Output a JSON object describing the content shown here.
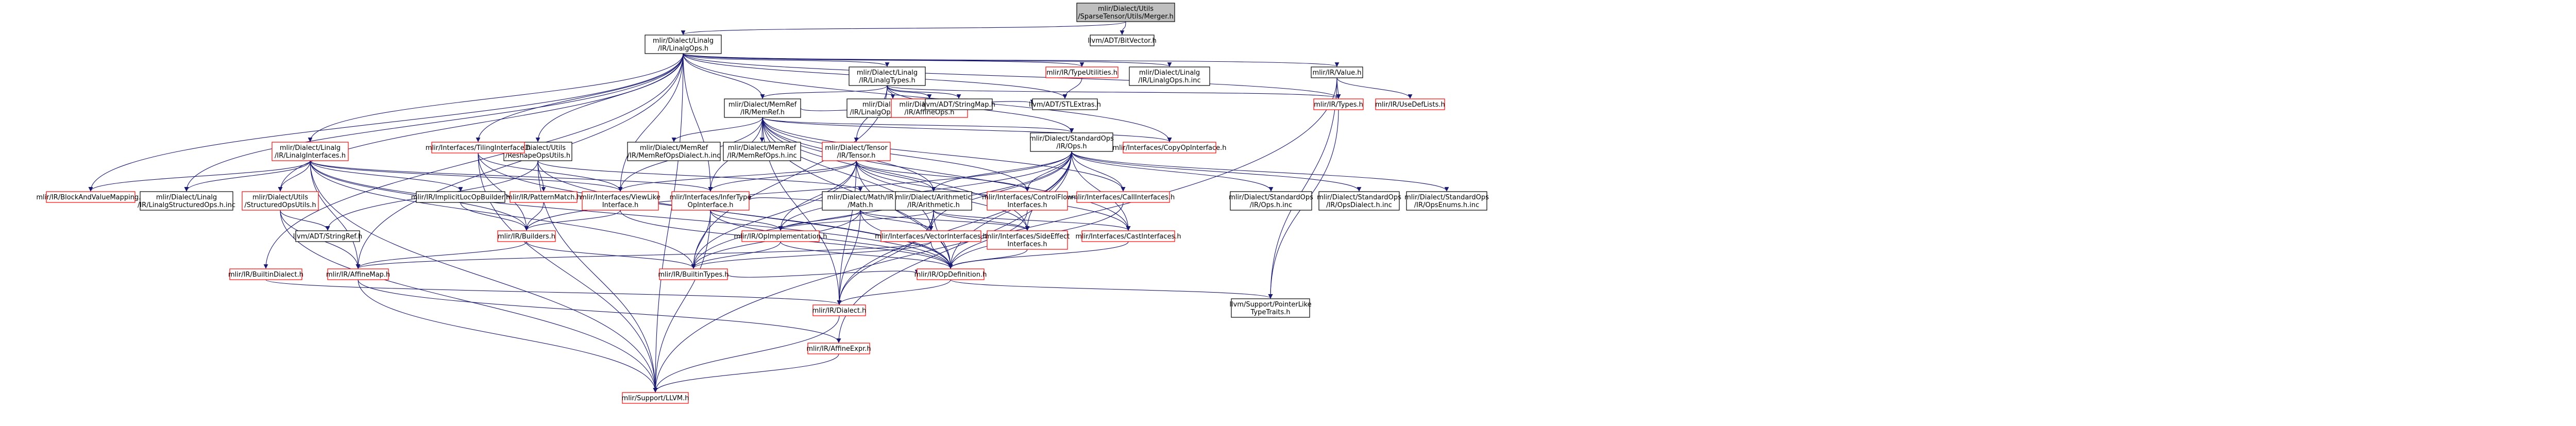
{
  "colors": {
    "edge": "#191970",
    "box_border": "#000000",
    "box_border_missing": "#ff0000",
    "root_fill": "#bfbfbf",
    "node_fill": "#ffffff",
    "text": "#000000"
  },
  "nodes": [
    {
      "id": "root",
      "lines": [
        "mlir/Dialect/Utils",
        "/SparseTensor/Utils/Merger.h"
      ],
      "kind": "root"
    },
    {
      "id": "linalgops",
      "lines": [
        "mlir/Dialect/Linalg",
        "/IR/LinalgOps.h"
      ],
      "kind": "normal"
    },
    {
      "id": "bitvector",
      "lines": [
        "llvm/ADT/BitVector.h"
      ],
      "kind": "normal"
    },
    {
      "id": "linalgtypes",
      "lines": [
        "mlir/Dialect/Linalg",
        "/IR/LinalgTypes.h"
      ],
      "kind": "normal"
    },
    {
      "id": "typeutils",
      "lines": [
        "mlir/IR/TypeUtilities.h"
      ],
      "kind": "missing"
    },
    {
      "id": "linalgopsinc",
      "lines": [
        "mlir/Dialect/Linalg",
        "/IR/LinalgOps.h.inc"
      ],
      "kind": "normal"
    },
    {
      "id": "value",
      "lines": [
        "mlir/IR/Value.h"
      ],
      "kind": "normal"
    },
    {
      "id": "memref",
      "lines": [
        "mlir/Dialect/MemRef",
        "/IR/MemRef.h"
      ],
      "kind": "normal"
    },
    {
      "id": "linalgdialectinc",
      "lines": [
        "mlir/Dialect/Linalg",
        "/IR/LinalgOpsDialect.h.inc"
      ],
      "kind": "normal"
    },
    {
      "id": "affineops",
      "lines": [
        "mlir/Dialect/Affine",
        "/IR/AffineOps.h"
      ],
      "kind": "missing"
    },
    {
      "id": "stringmap",
      "lines": [
        "llvm/ADT/StringMap.h"
      ],
      "kind": "normal"
    },
    {
      "id": "stlextras",
      "lines": [
        "llvm/ADT/STLExtras.h"
      ],
      "kind": "normal"
    },
    {
      "id": "irtypes",
      "lines": [
        "mlir/IR/Types.h"
      ],
      "kind": "missing"
    },
    {
      "id": "usedeflists",
      "lines": [
        "mlir/IR/UseDefLists.h"
      ],
      "kind": "missing"
    },
    {
      "id": "reshapeops",
      "lines": [
        "mlir/Dialect/Utils",
        "/ReshapeOpsUtils.h"
      ],
      "kind": "normal"
    },
    {
      "id": "tiling",
      "lines": [
        "mlir/Interfaces/TilingInterface.h"
      ],
      "kind": "missing"
    },
    {
      "id": "linalginterfaces",
      "lines": [
        "mlir/Dialect/Linalg",
        "/IR/LinalgInterfaces.h"
      ],
      "kind": "missing"
    },
    {
      "id": "memrefdialectinc",
      "lines": [
        "mlir/Dialect/MemRef",
        "/IR/MemRefOpsDialect.h.inc"
      ],
      "kind": "normal"
    },
    {
      "id": "memrefopsinc",
      "lines": [
        "mlir/Dialect/MemRef",
        "/IR/MemRefOps.h.inc"
      ],
      "kind": "normal"
    },
    {
      "id": "tensor",
      "lines": [
        "mlir/Dialect/Tensor",
        "/IR/Tensor.h"
      ],
      "kind": "missing"
    },
    {
      "id": "stdops",
      "lines": [
        "mlir/Dialect/StandardOps",
        "/IR/Ops.h"
      ],
      "kind": "normal"
    },
    {
      "id": "copyop",
      "lines": [
        "mlir/Interfaces/CopyOpInterface.h"
      ],
      "kind": "missing"
    },
    {
      "id": "blockarg",
      "lines": [
        "mlir/IR/BlockAndValueMapping.h"
      ],
      "kind": "missing"
    },
    {
      "id": "structinc",
      "lines": [
        "mlir/Dialect/Linalg",
        "/IR/LinalgStructuredOps.h.inc"
      ],
      "kind": "normal"
    },
    {
      "id": "structuredops",
      "lines": [
        "mlir/Dialect/Utils",
        "/StructuredOpsUtils.h"
      ],
      "kind": "missing"
    },
    {
      "id": "implicitloc",
      "lines": [
        "mlir/IR/ImplicitLocOpBuilder.h"
      ],
      "kind": "normal"
    },
    {
      "id": "patternmatch",
      "lines": [
        "mlir/IR/PatternMatch.h"
      ],
      "kind": "missing"
    },
    {
      "id": "viewlike",
      "lines": [
        "mlir/Interfaces/ViewLike",
        "Interface.h"
      ],
      "kind": "missing"
    },
    {
      "id": "infertype",
      "lines": [
        "mlir/Interfaces/InferType",
        "OpInterface.h"
      ],
      "kind": "missing"
    },
    {
      "id": "math",
      "lines": [
        "mlir/Dialect/Math/IR",
        "/Math.h"
      ],
      "kind": "normal"
    },
    {
      "id": "arith",
      "lines": [
        "mlir/Dialect/Arithmetic",
        "/IR/Arithmetic.h"
      ],
      "kind": "normal"
    },
    {
      "id": "controlflow",
      "lines": [
        "mlir/Interfaces/ControlFlow",
        "Interfaces.h"
      ],
      "kind": "missing"
    },
    {
      "id": "callint",
      "lines": [
        "mlir/Interfaces/CallInterfaces.h"
      ],
      "kind": "missing"
    },
    {
      "id": "stdopsinc",
      "lines": [
        "mlir/Dialect/StandardOps",
        "/IR/Ops.h.inc"
      ],
      "kind": "normal"
    },
    {
      "id": "stddialectinc",
      "lines": [
        "mlir/Dialect/StandardOps",
        "/IR/OpsDialect.h.inc"
      ],
      "kind": "normal"
    },
    {
      "id": "stdenums",
      "lines": [
        "mlir/Dialect/StandardOps",
        "/IR/OpsEnums.h.inc"
      ],
      "kind": "normal"
    },
    {
      "id": "stringref",
      "lines": [
        "llvm/ADT/StringRef.h"
      ],
      "kind": "normal"
    },
    {
      "id": "builders",
      "lines": [
        "mlir/IR/Builders.h"
      ],
      "kind": "missing"
    },
    {
      "id": "opimpl",
      "lines": [
        "mlir/IR/OpImplementation.h"
      ],
      "kind": "missing"
    },
    {
      "id": "vectorint",
      "lines": [
        "mlir/Interfaces/VectorInterfaces.h"
      ],
      "kind": "missing"
    },
    {
      "id": "sideeffect",
      "lines": [
        "mlir/Interfaces/SideEffect",
        "Interfaces.h"
      ],
      "kind": "missing"
    },
    {
      "id": "castint",
      "lines": [
        "mlir/Interfaces/CastInterfaces.h"
      ],
      "kind": "missing"
    },
    {
      "id": "builtindialect",
      "lines": [
        "mlir/IR/BuiltinDialect.h"
      ],
      "kind": "missing"
    },
    {
      "id": "affinemap",
      "lines": [
        "mlir/IR/AffineMap.h"
      ],
      "kind": "missing"
    },
    {
      "id": "builtintypes",
      "lines": [
        "mlir/IR/BuiltinTypes.h"
      ],
      "kind": "missing"
    },
    {
      "id": "opdef",
      "lines": [
        "mlir/IR/OpDefinition.h"
      ],
      "kind": "missing"
    },
    {
      "id": "dialect",
      "lines": [
        "mlir/IR/Dialect.h"
      ],
      "kind": "missing"
    },
    {
      "id": "affineexpr",
      "lines": [
        "mlir/IR/AffineExpr.h"
      ],
      "kind": "missing"
    },
    {
      "id": "pointerlike",
      "lines": [
        "llvm/Support/PointerLike",
        "TypeTraits.h"
      ],
      "kind": "normal"
    },
    {
      "id": "llvmh",
      "lines": [
        "mlir/Support/LLVM.h"
      ],
      "kind": "missing"
    }
  ]
}
